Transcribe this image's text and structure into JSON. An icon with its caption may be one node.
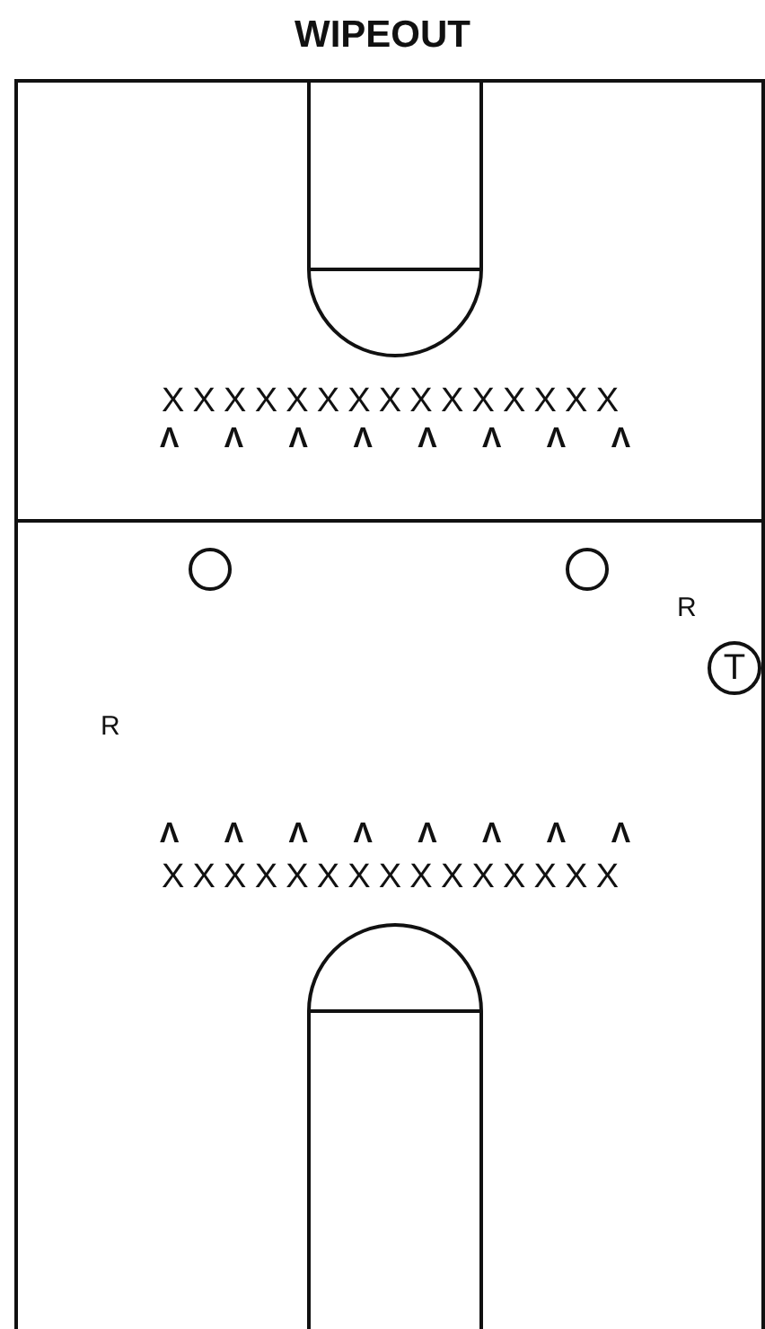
{
  "diagram": {
    "title": "WIPEOUT",
    "nodes": [
      {
        "text": [],
        "shape": "circle"
      },
      {
        "text": [],
        "shape": "circle"
      },
      {
        "text": [
          "T"
        ]
      }
    ],
    "labels": [
      "XXXXXXXXXXXXXXX",
      "Λ Λ Λ Λ Λ Λ Λ Λ",
      "R",
      "R",
      "Λ Λ Λ Λ Λ Λ Λ Λ",
      "XXXXXXXXXXXXXXX"
    ]
  }
}
